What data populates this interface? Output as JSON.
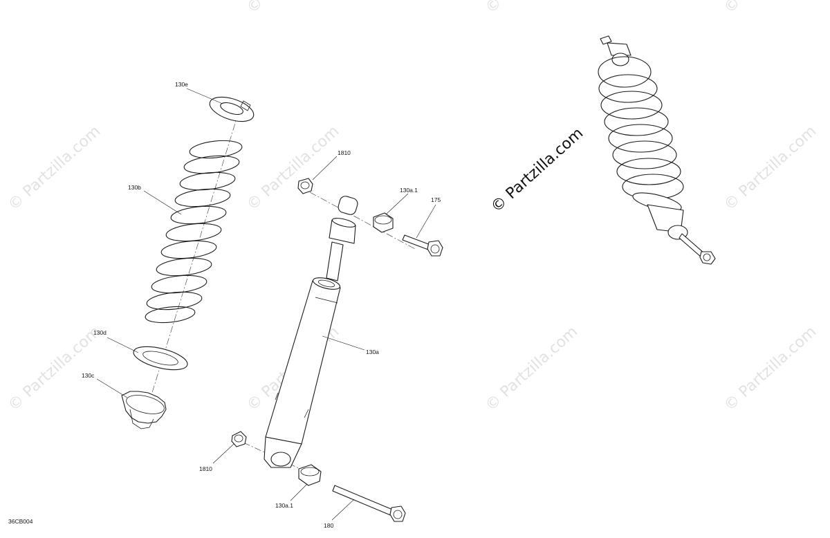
{
  "diagram_code": "36CB004",
  "watermark": {
    "main": "© Partzilla.com",
    "faint": "© Partzilla.com"
  },
  "callouts": {
    "spring_retainer": "130e",
    "spring": "130b",
    "spring_seat": "130d",
    "adjuster_cup": "130c",
    "shock_body": "130a",
    "bushing_top": "130a.1",
    "bushing_bottom": "130a.1",
    "bolt_top": "175",
    "bolt_bottom": "180",
    "nut_top": "1810",
    "nut_bottom": "1810"
  }
}
